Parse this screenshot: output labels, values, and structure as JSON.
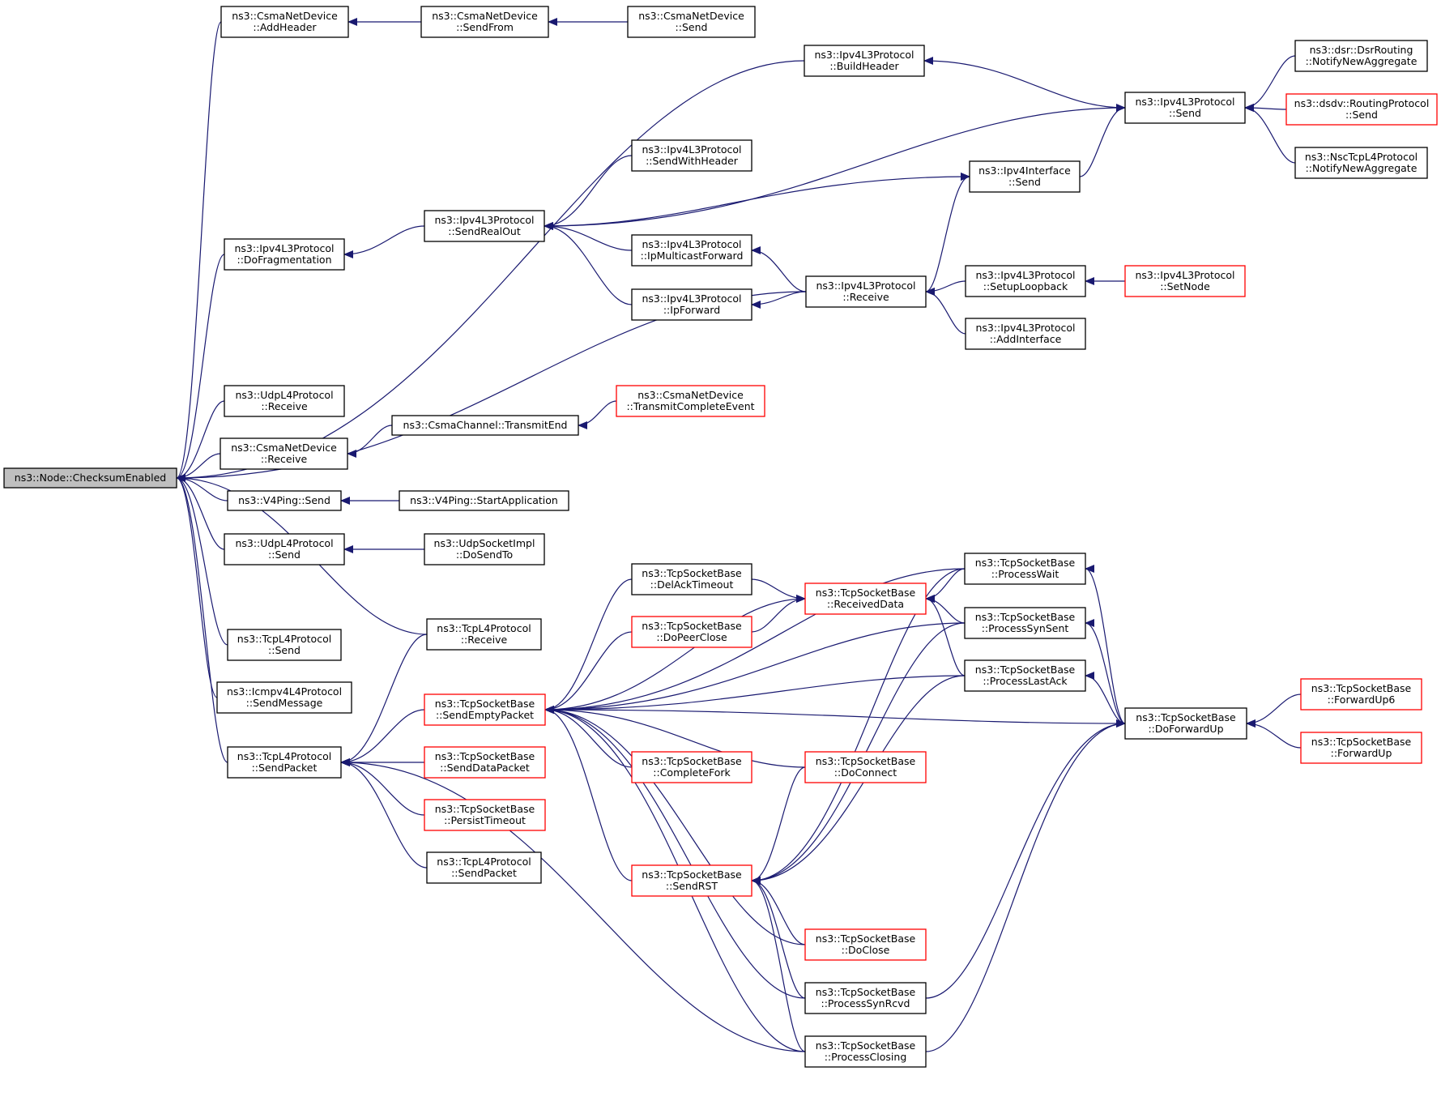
{
  "diagram": {
    "type": "call-graph",
    "edge_color": "#191970",
    "highlight_color": "#ff0000",
    "root_fill": "#bfbfbf",
    "nodes": [
      {
        "id": "root",
        "lines": [
          "ns3::Node::ChecksumEnabled"
        ],
        "style": "root"
      },
      {
        "id": "csma_addheader",
        "lines": [
          "ns3::CsmaNetDevice",
          "::AddHeader"
        ],
        "style": "normal"
      },
      {
        "id": "csma_sendfrom",
        "lines": [
          "ns3::CsmaNetDevice",
          "::SendFrom"
        ],
        "style": "normal"
      },
      {
        "id": "csma_send",
        "lines": [
          "ns3::CsmaNetDevice",
          "::Send"
        ],
        "style": "normal"
      },
      {
        "id": "ipv4_buildheader",
        "lines": [
          "ns3::Ipv4L3Protocol",
          "::BuildHeader"
        ],
        "style": "normal"
      },
      {
        "id": "ipv4_send",
        "lines": [
          "ns3::Ipv4L3Protocol",
          "::Send"
        ],
        "style": "normal"
      },
      {
        "id": "dsr_notify",
        "lines": [
          "ns3::dsr::DsrRouting",
          "::NotifyNewAggregate"
        ],
        "style": "normal"
      },
      {
        "id": "dsdv_send",
        "lines": [
          "ns3::dsdv::RoutingProtocol",
          "::Send"
        ],
        "style": "red"
      },
      {
        "id": "nsc_notify",
        "lines": [
          "ns3::NscTcpL4Protocol",
          "::NotifyNewAggregate"
        ],
        "style": "normal"
      },
      {
        "id": "ipv4_sendwithheader",
        "lines": [
          "ns3::Ipv4L3Protocol",
          "::SendWithHeader"
        ],
        "style": "normal"
      },
      {
        "id": "ipv4if_send",
        "lines": [
          "ns3::Ipv4Interface",
          "::Send"
        ],
        "style": "normal"
      },
      {
        "id": "ipv4_dofrag",
        "lines": [
          "ns3::Ipv4L3Protocol",
          "::DoFragmentation"
        ],
        "style": "normal"
      },
      {
        "id": "ipv4_sendrealout",
        "lines": [
          "ns3::Ipv4L3Protocol",
          "::SendRealOut"
        ],
        "style": "normal"
      },
      {
        "id": "ipv4_ipmcast",
        "lines": [
          "ns3::Ipv4L3Protocol",
          "::IpMulticastForward"
        ],
        "style": "normal"
      },
      {
        "id": "ipv4_receive",
        "lines": [
          "ns3::Ipv4L3Protocol",
          "::Receive"
        ],
        "style": "normal"
      },
      {
        "id": "ipv4_setuploop",
        "lines": [
          "ns3::Ipv4L3Protocol",
          "::SetupLoopback"
        ],
        "style": "normal"
      },
      {
        "id": "ipv4_setnode",
        "lines": [
          "ns3::Ipv4L3Protocol",
          "::SetNode"
        ],
        "style": "red"
      },
      {
        "id": "ipv4_ipforward",
        "lines": [
          "ns3::Ipv4L3Protocol",
          "::IpForward"
        ],
        "style": "normal"
      },
      {
        "id": "ipv4_addif",
        "lines": [
          "ns3::Ipv4L3Protocol",
          "::AddInterface"
        ],
        "style": "normal"
      },
      {
        "id": "udp_receive",
        "lines": [
          "ns3::UdpL4Protocol",
          "::Receive"
        ],
        "style": "normal"
      },
      {
        "id": "csmach_txend",
        "lines": [
          "ns3::CsmaChannel::TransmitEnd"
        ],
        "style": "normal"
      },
      {
        "id": "csma_txcomplete",
        "lines": [
          "ns3::CsmaNetDevice",
          "::TransmitCompleteEvent"
        ],
        "style": "red"
      },
      {
        "id": "csma_receive",
        "lines": [
          "ns3::CsmaNetDevice",
          "::Receive"
        ],
        "style": "normal"
      },
      {
        "id": "v4ping_send",
        "lines": [
          "ns3::V4Ping::Send"
        ],
        "style": "normal"
      },
      {
        "id": "v4ping_start",
        "lines": [
          "ns3::V4Ping::StartApplication"
        ],
        "style": "normal"
      },
      {
        "id": "udp_send",
        "lines": [
          "ns3::UdpL4Protocol",
          "::Send"
        ],
        "style": "normal"
      },
      {
        "id": "udpsock_dosendto",
        "lines": [
          "ns3::UdpSocketImpl",
          "::DoSendTo"
        ],
        "style": "normal"
      },
      {
        "id": "tcpsb_delack",
        "lines": [
          "ns3::TcpSocketBase",
          "::DelAckTimeout"
        ],
        "style": "normal"
      },
      {
        "id": "tcpsb_recvdata",
        "lines": [
          "ns3::TcpSocketBase",
          "::ReceivedData"
        ],
        "style": "red"
      },
      {
        "id": "tcpsb_procwait",
        "lines": [
          "ns3::TcpSocketBase",
          "::ProcessWait"
        ],
        "style": "normal"
      },
      {
        "id": "tcpsb_dopeerclose",
        "lines": [
          "ns3::TcpSocketBase",
          "::DoPeerClose"
        ],
        "style": "red"
      },
      {
        "id": "tcpsb_procsynsent",
        "lines": [
          "ns3::TcpSocketBase",
          "::ProcessSynSent"
        ],
        "style": "normal"
      },
      {
        "id": "tcp_receive",
        "lines": [
          "ns3::TcpL4Protocol",
          "::Receive"
        ],
        "style": "normal"
      },
      {
        "id": "tcp_send",
        "lines": [
          "ns3::TcpL4Protocol",
          "::Send"
        ],
        "style": "normal"
      },
      {
        "id": "tcpsb_proclastack",
        "lines": [
          "ns3::TcpSocketBase",
          "::ProcessLastAck"
        ],
        "style": "normal"
      },
      {
        "id": "icmp_sendmsg",
        "lines": [
          "ns3::Icmpv4L4Protocol",
          "::SendMessage"
        ],
        "style": "normal"
      },
      {
        "id": "tcpsb_sendempty",
        "lines": [
          "ns3::TcpSocketBase",
          "::SendEmptyPacket"
        ],
        "style": "red"
      },
      {
        "id": "tcpsb_doforwardup",
        "lines": [
          "ns3::TcpSocketBase",
          "::DoForwardUp"
        ],
        "style": "normal"
      },
      {
        "id": "tcpsb_forwardup6",
        "lines": [
          "ns3::TcpSocketBase",
          "::ForwardUp6"
        ],
        "style": "red"
      },
      {
        "id": "tcp_sendpacket",
        "lines": [
          "ns3::TcpL4Protocol",
          "::SendPacket"
        ],
        "style": "normal"
      },
      {
        "id": "tcpsb_senddata",
        "lines": [
          "ns3::TcpSocketBase",
          "::SendDataPacket"
        ],
        "style": "red"
      },
      {
        "id": "tcpsb_completefork",
        "lines": [
          "ns3::TcpSocketBase",
          "::CompleteFork"
        ],
        "style": "red"
      },
      {
        "id": "tcpsb_doconnect",
        "lines": [
          "ns3::TcpSocketBase",
          "::DoConnect"
        ],
        "style": "red"
      },
      {
        "id": "tcpsb_forwardup",
        "lines": [
          "ns3::TcpSocketBase",
          "::ForwardUp"
        ],
        "style": "red"
      },
      {
        "id": "tcpsb_persist",
        "lines": [
          "ns3::TcpSocketBase",
          "::PersistTimeout"
        ],
        "style": "red"
      },
      {
        "id": "tcp_sendpacket2",
        "lines": [
          "ns3::TcpL4Protocol",
          "::SendPacket"
        ],
        "style": "normal"
      },
      {
        "id": "tcpsb_sendrst",
        "lines": [
          "ns3::TcpSocketBase",
          "::SendRST"
        ],
        "style": "red"
      },
      {
        "id": "tcpsb_doclose",
        "lines": [
          "ns3::TcpSocketBase",
          "::DoClose"
        ],
        "style": "red"
      },
      {
        "id": "tcpsb_procsynrcvd",
        "lines": [
          "ns3::TcpSocketBase",
          "::ProcessSynRcvd"
        ],
        "style": "normal"
      },
      {
        "id": "tcpsb_procclosing",
        "lines": [
          "ns3::TcpSocketBase",
          "::ProcessClosing"
        ],
        "style": "normal"
      }
    ],
    "edges": [
      {
        "from": "csma_addheader",
        "to": "root"
      },
      {
        "from": "csma_sendfrom",
        "to": "csma_addheader"
      },
      {
        "from": "csma_send",
        "to": "csma_sendfrom"
      },
      {
        "from": "ipv4_buildheader",
        "to": "root"
      },
      {
        "from": "ipv4_send",
        "to": "ipv4_buildheader"
      },
      {
        "from": "dsr_notify",
        "to": "ipv4_send"
      },
      {
        "from": "dsdv_send",
        "to": "ipv4_send"
      },
      {
        "from": "nsc_notify",
        "to": "ipv4_send"
      },
      {
        "from": "ipv4_send",
        "to": "ipv4_sendrealout"
      },
      {
        "from": "ipv4_sendwithheader",
        "to": "ipv4_sendrealout"
      },
      {
        "from": "ipv4if_send",
        "to": "ipv4_send"
      },
      {
        "from": "ipv4_sendrealout",
        "to": "ipv4if_send"
      },
      {
        "from": "ipv4_dofrag",
        "to": "root"
      },
      {
        "from": "ipv4_sendrealout",
        "to": "ipv4_dofrag"
      },
      {
        "from": "ipv4_ipmcast",
        "to": "ipv4_sendrealout"
      },
      {
        "from": "ipv4_ipforward",
        "to": "ipv4_sendrealout"
      },
      {
        "from": "ipv4_receive",
        "to": "ipv4if_send"
      },
      {
        "from": "ipv4_receive",
        "to": "ipv4_ipmcast"
      },
      {
        "from": "ipv4_receive",
        "to": "ipv4_ipforward"
      },
      {
        "from": "ipv4_setuploop",
        "to": "ipv4_receive"
      },
      {
        "from": "ipv4_setnode",
        "to": "ipv4_setuploop"
      },
      {
        "from": "ipv4_addif",
        "to": "ipv4_receive"
      },
      {
        "from": "ipv4_receive",
        "to": "root"
      },
      {
        "from": "udp_receive",
        "to": "root"
      },
      {
        "from": "csma_receive",
        "to": "root"
      },
      {
        "from": "csmach_txend",
        "to": "csma_receive"
      },
      {
        "from": "csma_txcomplete",
        "to": "csmach_txend"
      },
      {
        "from": "v4ping_send",
        "to": "root"
      },
      {
        "from": "v4ping_start",
        "to": "v4ping_send"
      },
      {
        "from": "udp_send",
        "to": "root"
      },
      {
        "from": "udpsock_dosendto",
        "to": "udp_send"
      },
      {
        "from": "tcp_receive",
        "to": "root"
      },
      {
        "from": "tcp_send",
        "to": "root"
      },
      {
        "from": "icmp_sendmsg",
        "to": "root"
      },
      {
        "from": "tcp_sendpacket",
        "to": "root"
      },
      {
        "from": "tcp_receive",
        "to": "tcp_sendpacket"
      },
      {
        "from": "tcpsb_sendempty",
        "to": "tcp_sendpacket"
      },
      {
        "from": "tcpsb_senddata",
        "to": "tcp_sendpacket"
      },
      {
        "from": "tcpsb_persist",
        "to": "tcp_sendpacket"
      },
      {
        "from": "tcp_sendpacket2",
        "to": "tcp_sendpacket"
      },
      {
        "from": "tcpsb_procclosing",
        "to": "tcp_sendpacket"
      },
      {
        "from": "tcpsb_delack",
        "to": "tcpsb_sendempty"
      },
      {
        "from": "tcpsb_dopeerclose",
        "to": "tcpsb_sendempty"
      },
      {
        "from": "tcpsb_recvdata",
        "to": "tcpsb_sendempty"
      },
      {
        "from": "tcpsb_procwait",
        "to": "tcpsb_sendempty"
      },
      {
        "from": "tcpsb_procsynsent",
        "to": "tcpsb_sendempty"
      },
      {
        "from": "tcpsb_proclastack",
        "to": "tcpsb_sendempty"
      },
      {
        "from": "tcpsb_doforwardup",
        "to": "tcpsb_sendempty"
      },
      {
        "from": "tcpsb_completefork",
        "to": "tcpsb_sendempty"
      },
      {
        "from": "tcpsb_doconnect",
        "to": "tcpsb_sendempty"
      },
      {
        "from": "tcpsb_sendrst",
        "to": "tcpsb_sendempty"
      },
      {
        "from": "tcpsb_doclose",
        "to": "tcpsb_sendempty"
      },
      {
        "from": "tcpsb_procsynrcvd",
        "to": "tcpsb_sendempty"
      },
      {
        "from": "tcpsb_procclosing",
        "to": "tcpsb_sendempty"
      },
      {
        "from": "tcpsb_delack",
        "to": "tcpsb_recvdata"
      },
      {
        "from": "tcpsb_dopeerclose",
        "to": "tcpsb_recvdata"
      },
      {
        "from": "tcpsb_procwait",
        "to": "tcpsb_recvdata"
      },
      {
        "from": "tcpsb_procsynsent",
        "to": "tcpsb_recvdata"
      },
      {
        "from": "tcpsb_proclastack",
        "to": "tcpsb_recvdata"
      },
      {
        "from": "tcpsb_doforwardup",
        "to": "tcpsb_procwait"
      },
      {
        "from": "tcpsb_doforwardup",
        "to": "tcpsb_procsynsent"
      },
      {
        "from": "tcpsb_doforwardup",
        "to": "tcpsb_proclastack"
      },
      {
        "from": "tcpsb_forwardup6",
        "to": "tcpsb_doforwardup"
      },
      {
        "from": "tcpsb_forwardup",
        "to": "tcpsb_doforwardup"
      },
      {
        "from": "tcpsb_doconnect",
        "to": "tcpsb_sendrst"
      },
      {
        "from": "tcpsb_procwait",
        "to": "tcpsb_sendrst"
      },
      {
        "from": "tcpsb_procsynsent",
        "to": "tcpsb_sendrst"
      },
      {
        "from": "tcpsb_proclastack",
        "to": "tcpsb_sendrst"
      },
      {
        "from": "tcpsb_doclose",
        "to": "tcpsb_sendrst"
      },
      {
        "from": "tcpsb_procsynrcvd",
        "to": "tcpsb_sendrst"
      },
      {
        "from": "tcpsb_procclosing",
        "to": "tcpsb_sendrst"
      },
      {
        "from": "tcpsb_procsynrcvd",
        "to": "tcpsb_doforwardup"
      },
      {
        "from": "tcpsb_procclosing",
        "to": "tcpsb_doforwardup"
      }
    ]
  }
}
